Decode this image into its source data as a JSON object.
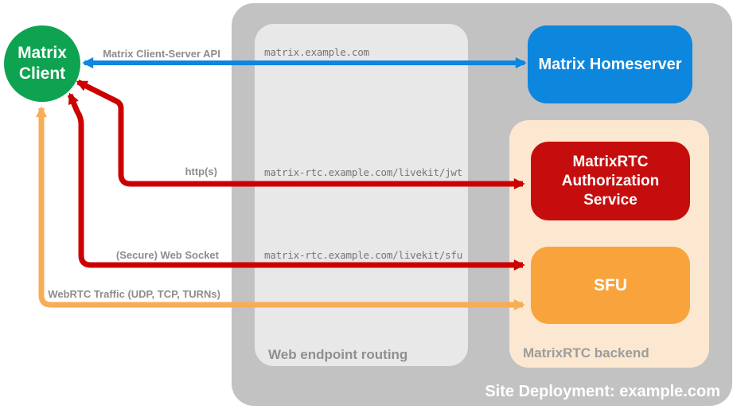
{
  "client": {
    "label": "Matrix\nClient",
    "color": "#0DA350"
  },
  "homeserver": {
    "label": "Matrix Homeserver",
    "color": "#0D86DE"
  },
  "auth_service": {
    "label": "MatrixRTC\nAuthorization\nService",
    "color": "#C60D0D"
  },
  "sfu": {
    "label": "SFU",
    "color": "#F9A33C"
  },
  "containers": {
    "site_deployment": {
      "label": "Site Deployment: example.com",
      "color": "#C2C2C2"
    },
    "web_endpoint_routing": {
      "label": "Web endpoint routing",
      "color": "#E8E8E8"
    },
    "matrixrtc_backend": {
      "label": "MatrixRTC backend",
      "color": "#FCE8D0"
    }
  },
  "routes": [
    "matrix.example.com",
    "matrix-rtc.example.com/livekit/jwt",
    "matrix-rtc.example.com/livekit/sfu"
  ],
  "arrows": {
    "client_server_api": {
      "label": "Matrix Client-Server API",
      "color": "#0D86DE"
    },
    "https": {
      "label": "http(s)",
      "color": "#CC0000"
    },
    "web_socket": {
      "label": "(Secure) Web Socket",
      "color": "#CC0000"
    },
    "webrtc": {
      "label": "WebRTC Traffic (UDP, TCP, TURNs)",
      "color": "#F6AD55"
    }
  }
}
